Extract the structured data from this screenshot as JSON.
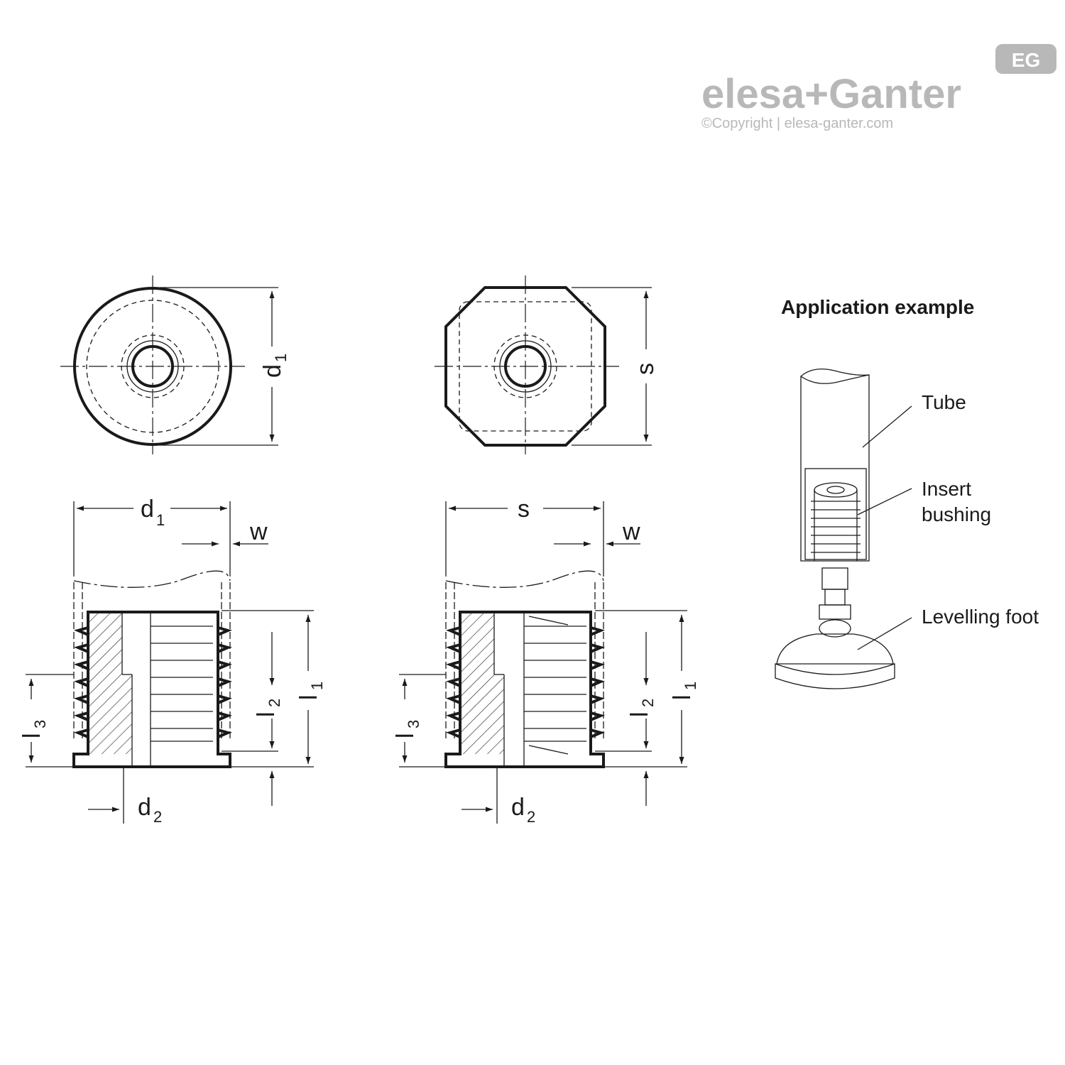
{
  "brand": {
    "logo_text": "elesa+Ganter",
    "badge_text": "EG",
    "copyright": "©Copyright | elesa-ganter.com",
    "logo_color": "#b8b8b8"
  },
  "dimensions": {
    "d1": "d",
    "d1_sub": "1",
    "d2": "d",
    "d2_sub": "2",
    "s": "s",
    "w": "w",
    "l1": "l",
    "l1_sub": "1",
    "l2": "l",
    "l2_sub": "2",
    "l3": "l",
    "l3_sub": "3"
  },
  "application": {
    "title": "Application example",
    "labels": {
      "tube": "Tube",
      "insert_line1": "Insert",
      "insert_line2": "bushing",
      "foot": "Levelling foot"
    }
  },
  "colors": {
    "line": "#1a1a1a",
    "logo": "#b8b8b8"
  }
}
